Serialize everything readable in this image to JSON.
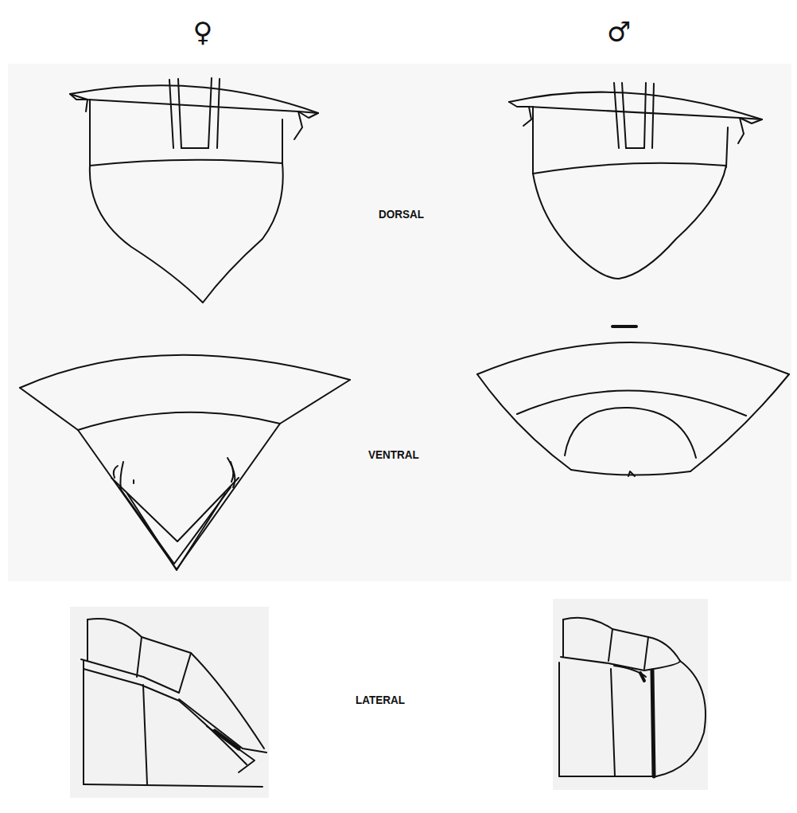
{
  "diagram": {
    "labels": [
      "♀",
      "♂",
      "DORSAL",
      "VENTRAL",
      "LATERAL"
    ]
  }
}
